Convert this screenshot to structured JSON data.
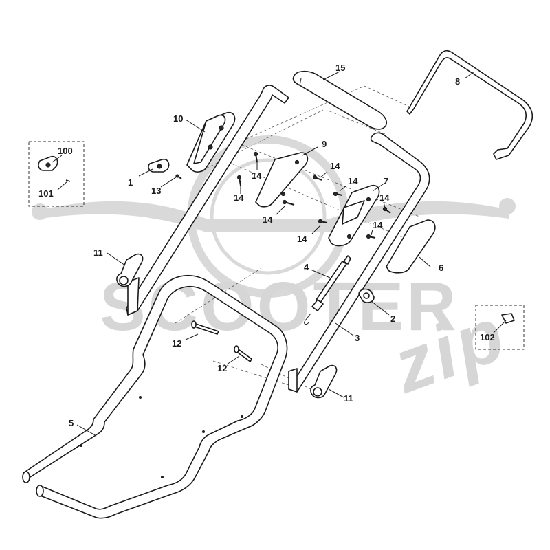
{
  "watermark": {
    "word": "SCOOTER",
    "script": "zip"
  },
  "labels": {
    "l1": "1",
    "l2": "2",
    "l3": "3",
    "l4": "4",
    "l5": "5",
    "l6": "6",
    "l7": "7",
    "l8": "8",
    "l9": "9",
    "l10": "10",
    "l11a": "11",
    "l11b": "11",
    "l12a": "12",
    "l12b": "12",
    "l13": "13",
    "l14a": "14",
    "l14b": "14",
    "l14c": "14",
    "l14d": "14",
    "l14e": "14",
    "l14f": "14",
    "l14g": "14",
    "l14h": "14",
    "l15": "15",
    "l100": "100",
    "l101": "101",
    "l102": "102"
  }
}
